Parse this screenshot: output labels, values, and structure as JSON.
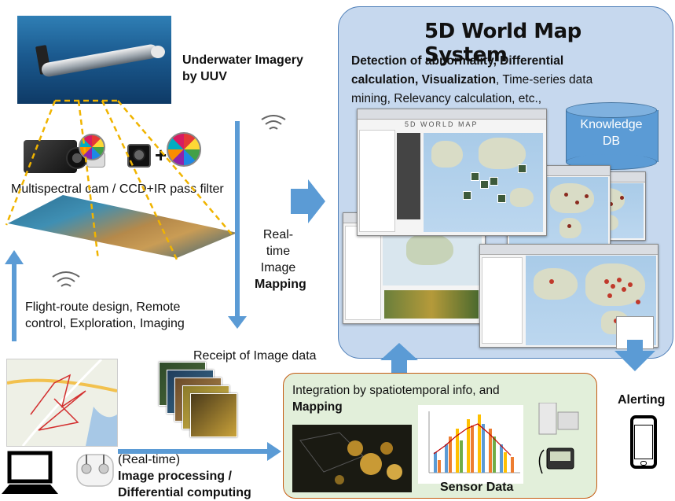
{
  "uuv": {
    "label_line1": "Underwater Imagery",
    "label_line2": "by UUV"
  },
  "camera": {
    "label": "Multispectral cam / CCD+IR pass filter",
    "plus": "+"
  },
  "realtime_mapping": {
    "line1": "Real-time",
    "line2": "Image",
    "line3": "Mapping"
  },
  "flight": {
    "line1": "Flight-route design, Remote",
    "line2": "control, Exploration, Imaging"
  },
  "receipt": {
    "label": "Receipt of Image data"
  },
  "processing": {
    "line1": "(Real-time)",
    "line2": "Image processing /",
    "line3": "Differential computing"
  },
  "map_system": {
    "title": "5D World Map System",
    "line1_bold": "Detection of abnormality, Differential",
    "line2_bold": "calculation, Visualization",
    "line2_rest": ", Time-series data",
    "line3": "mining, Relevancy calculation, etc.,",
    "screenshot_title": "5D WORLD MAP"
  },
  "knowledge_db": {
    "line1": "Knowledge",
    "line2": "DB"
  },
  "integration": {
    "line1": "Integration by spatiotemporal info, and",
    "line2": "Mapping"
  },
  "sensor": {
    "label": "Sensor Data"
  },
  "alerting": {
    "label": "Alerting"
  },
  "colors": {
    "arrow": "#5b9bd5",
    "panel_fill": "#c6d8ee",
    "panel_border": "#4f7fb8",
    "sensor_fill": "#e2efda",
    "sensor_border": "#c55a11",
    "field_of_view": "#f0b400"
  },
  "icons": [
    "wifi-signal-icon",
    "laptop-icon",
    "drone-controller-icon",
    "smartphone-icon",
    "database-icon"
  ]
}
